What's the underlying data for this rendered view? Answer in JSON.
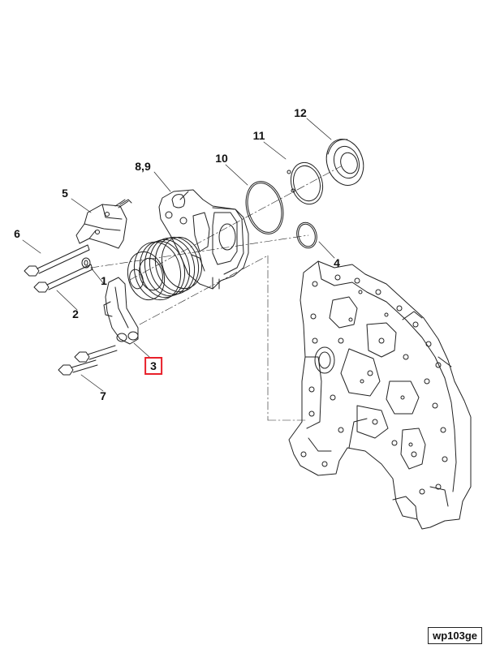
{
  "callouts": {
    "c1": "1",
    "c2": "2",
    "c3": "3",
    "c4": "4",
    "c5": "5",
    "c6": "6",
    "c7": "7",
    "c89": "8,9",
    "c10": "10",
    "c11": "11",
    "c12": "12"
  },
  "figure_code": "wp103ge",
  "colors": {
    "line": "#222222",
    "highlight": "#e8202a"
  }
}
